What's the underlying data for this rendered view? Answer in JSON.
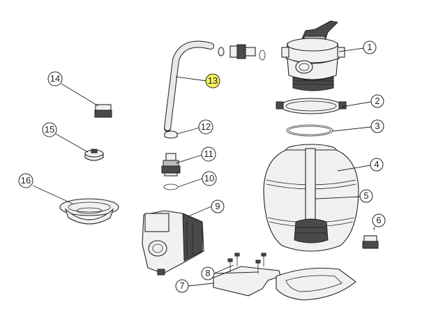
{
  "highlight_color": "#f3ef5a",
  "callouts": [
    {
      "id": "1",
      "label": "1",
      "highlighted": false
    },
    {
      "id": "2",
      "label": "2",
      "highlighted": false
    },
    {
      "id": "3",
      "label": "3",
      "highlighted": false
    },
    {
      "id": "4",
      "label": "4",
      "highlighted": false
    },
    {
      "id": "5",
      "label": "5",
      "highlighted": false
    },
    {
      "id": "6",
      "label": "6",
      "highlighted": false
    },
    {
      "id": "7",
      "label": "7",
      "highlighted": false
    },
    {
      "id": "8",
      "label": "8",
      "highlighted": false
    },
    {
      "id": "9",
      "label": "9",
      "highlighted": false
    },
    {
      "id": "10",
      "label": "10",
      "highlighted": false
    },
    {
      "id": "11",
      "label": "11",
      "highlighted": false
    },
    {
      "id": "12",
      "label": "12",
      "highlighted": false
    },
    {
      "id": "13",
      "label": "13",
      "highlighted": true
    },
    {
      "id": "14",
      "label": "14",
      "highlighted": false
    },
    {
      "id": "15",
      "label": "15",
      "highlighted": false
    },
    {
      "id": "16",
      "label": "16",
      "highlighted": false
    }
  ]
}
